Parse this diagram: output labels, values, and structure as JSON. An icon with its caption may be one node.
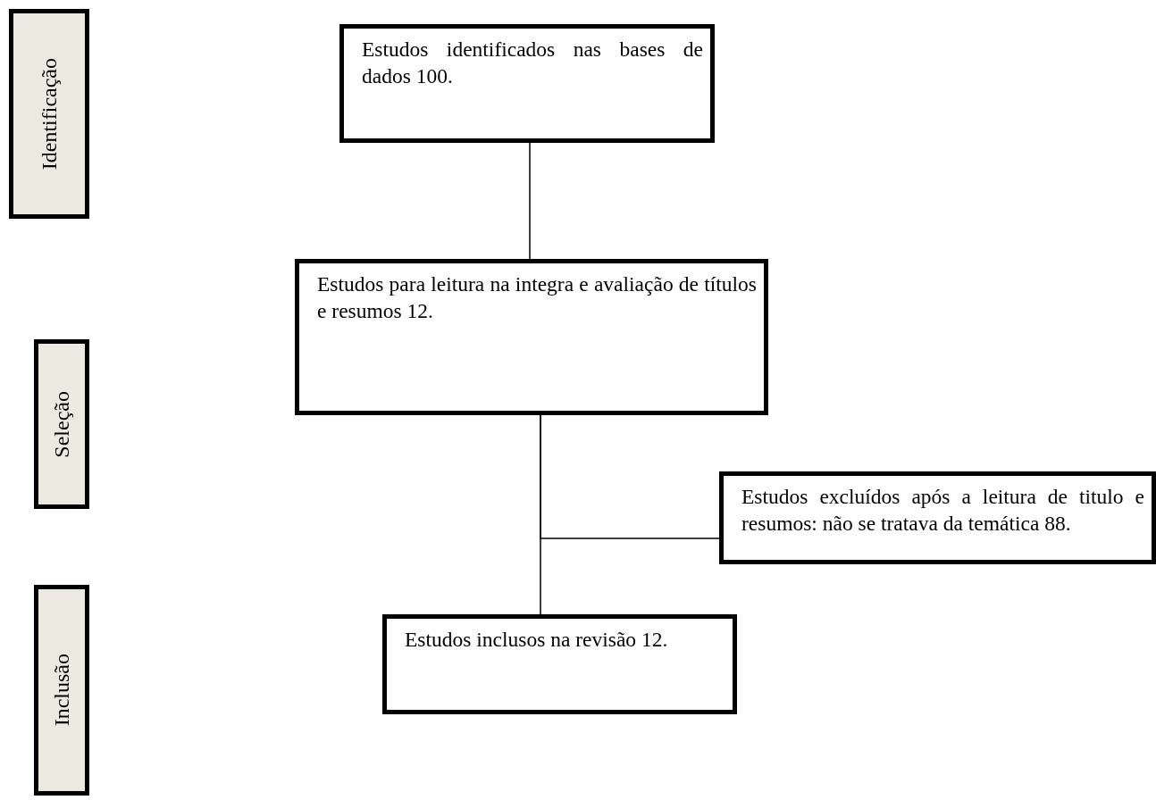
{
  "diagram": {
    "nodes": [
      {
        "text": [
          "Identificação"
        ]
      },
      {
        "text": [
          "Seleção"
        ]
      },
      {
        "text": [
          "Inclusão"
        ]
      },
      {
        "text": [
          "Estudos identificados nas bases de dados 100."
        ]
      },
      {
        "text": [
          "Estudos para leitura na integra e avaliação de títulos e resumos 12."
        ]
      },
      {
        "text": [
          "Estudos excluídos após a leitura de titulo e resumos: não se tratava da temática 88."
        ]
      },
      {
        "text": [
          "Estudos inclusos na revisão 12."
        ]
      }
    ],
    "edges": [
      {
        "from": 3,
        "to": 4,
        "arrow": "none"
      },
      {
        "from": 4,
        "to": 5,
        "arrow": "none"
      },
      {
        "from": 4,
        "to": 6,
        "arrow": "none"
      }
    ]
  }
}
